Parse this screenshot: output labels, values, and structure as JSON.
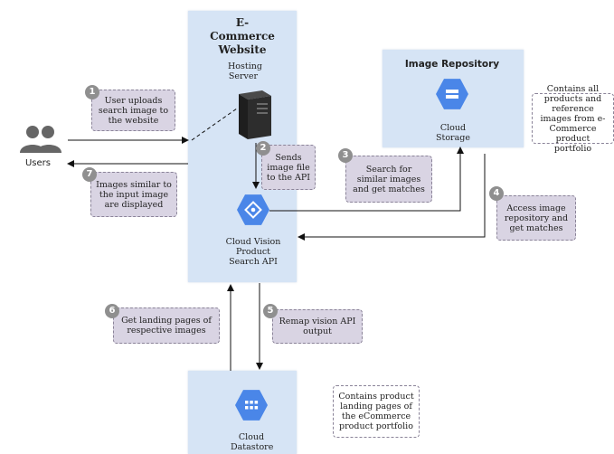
{
  "website": {
    "title": "E-Commerce Website",
    "hosting_label": "Hosting Server"
  },
  "vision_api": {
    "label": "Cloud Vision Product Search API"
  },
  "repository": {
    "title": "Image Repository",
    "storage_label": "Cloud Storage",
    "note": "Contains all products and reference images from e-Commerce product portfolio"
  },
  "datastore": {
    "label": "Cloud Datastore",
    "note": "Contains product landing pages of the eCommerce product portfolio"
  },
  "users": {
    "label": "Users"
  },
  "steps": [
    {
      "num": "1",
      "text": "User uploads search image to the website"
    },
    {
      "num": "2",
      "text": "Sends image file to the API"
    },
    {
      "num": "3",
      "text": "Search for similar images and get matches"
    },
    {
      "num": "4",
      "text": "Access image repository and get matches"
    },
    {
      "num": "5",
      "text": "Remap vision API output"
    },
    {
      "num": "6",
      "text": "Get landing pages of respective images"
    },
    {
      "num": "7",
      "text": "Images similar to the input image are displayed"
    }
  ],
  "colors": {
    "panel": "#d6e4f5",
    "icon_blue": "#4a86e8",
    "note_fill": "#d9d4e3",
    "badge": "#8f8f8f"
  }
}
